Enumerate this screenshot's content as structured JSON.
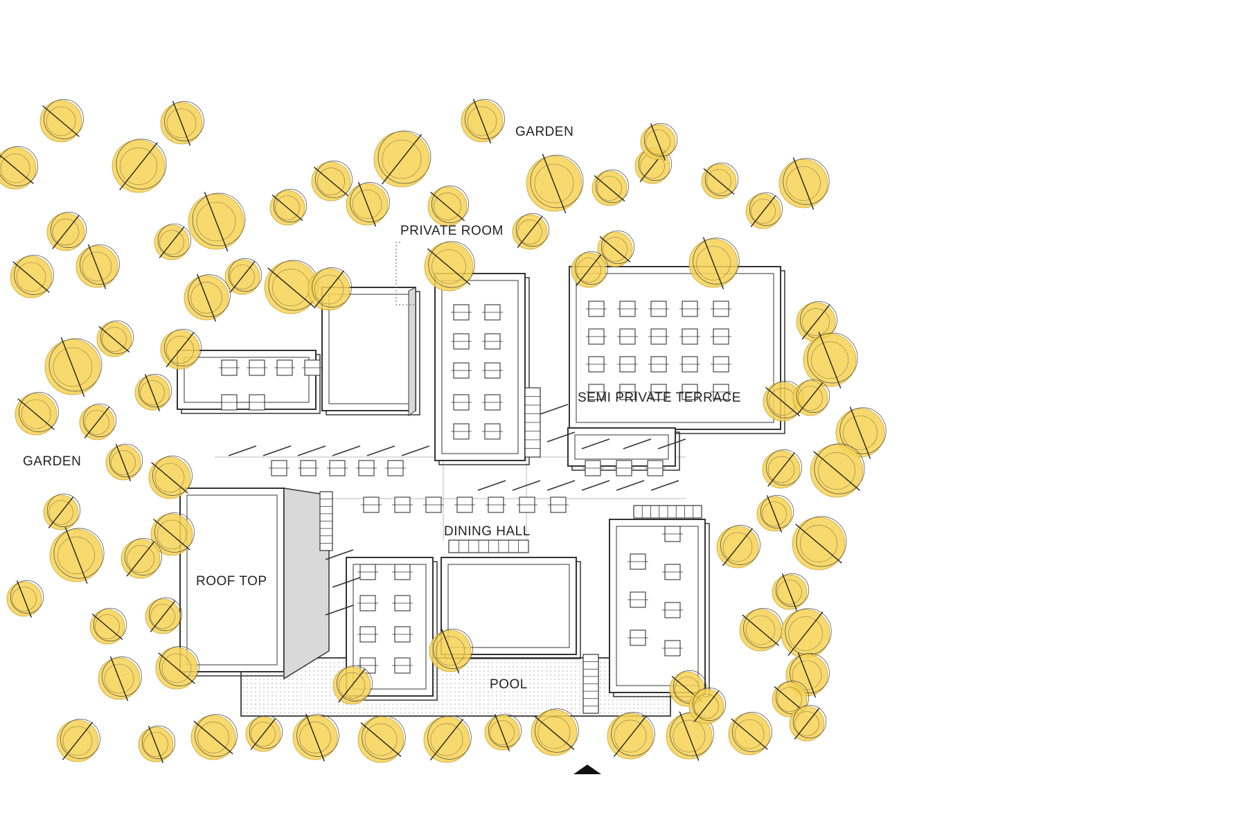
{
  "labels": {
    "garden_top": "GARDEN",
    "garden_left": "GARDEN",
    "private_room": "PRIVATE ROOM",
    "semi_private_terrace": "SEMI PRIVATE TERRACE",
    "dining_hall": "DINING HALL",
    "roof_top": "ROOF TOP",
    "pool": "POOL"
  },
  "colors": {
    "tree_fill": "#f7d254",
    "line": "#333333",
    "shade": "#d9d9d9",
    "background": "#ffffff"
  },
  "icons": {
    "tree": "tree-icon",
    "table": "table-icon",
    "entrance": "entrance-arrow-icon"
  }
}
